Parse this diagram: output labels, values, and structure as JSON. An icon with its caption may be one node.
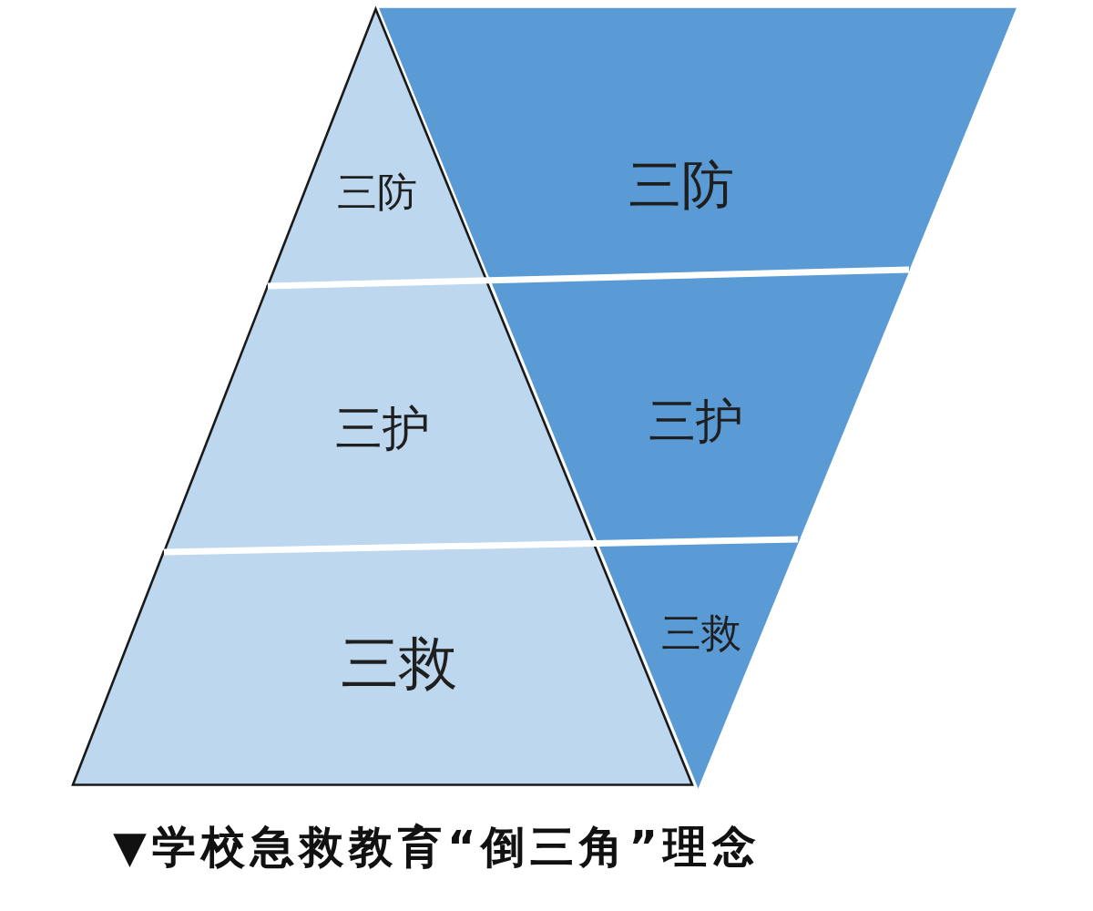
{
  "diagram": {
    "caption": "▼学校急救教育“倒三角”理念",
    "nodes": [
      {
        "text": [
          "三防"
        ]
      },
      {
        "text": [
          "三护"
        ]
      },
      {
        "text": [
          "三救"
        ]
      },
      {
        "text": [
          "三防"
        ]
      },
      {
        "text": [
          "三护"
        ]
      },
      {
        "text": [
          "三救"
        ]
      }
    ]
  }
}
